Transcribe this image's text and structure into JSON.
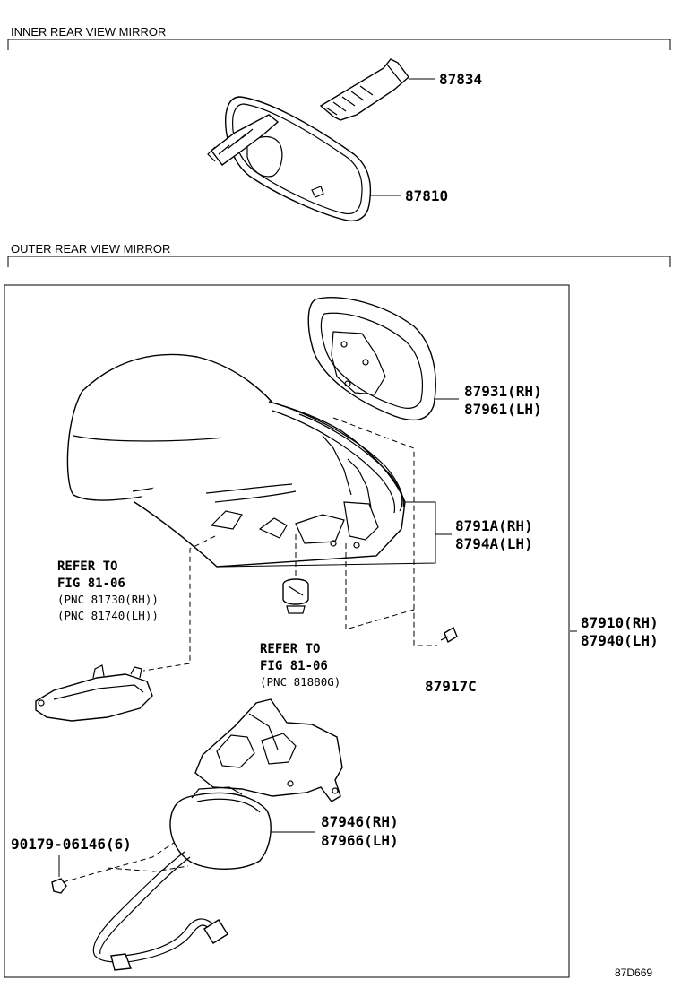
{
  "sections": {
    "inner_title": "INNER REAR VIEW MIRROR",
    "outer_title": "OUTER REAR VIEW MIRROR"
  },
  "parts": {
    "p87834": "87834",
    "p87810": "87810",
    "p87931": "87931(RH)",
    "p87961": "87961(LH)",
    "p8791a": "8791A(RH)",
    "p8794a": "8794A(LH)",
    "p87910": "87910(RH)",
    "p87940": "87940(LH)",
    "p87917c": "87917C",
    "p87946": "87946(RH)",
    "p87966": "87966(LH)",
    "p90179": "90179-06146(6)"
  },
  "refs": {
    "ref1_line1": "REFER TO",
    "ref1_line2": "FIG 81-06",
    "ref1_line3": "(PNC 81730(RH))",
    "ref1_line4": "(PNC 81740(LH))",
    "ref2_line1": "REFER TO",
    "ref2_line2": "FIG 81-06",
    "ref2_line3": "(PNC 81880G)"
  },
  "diagram_code": "87D669"
}
